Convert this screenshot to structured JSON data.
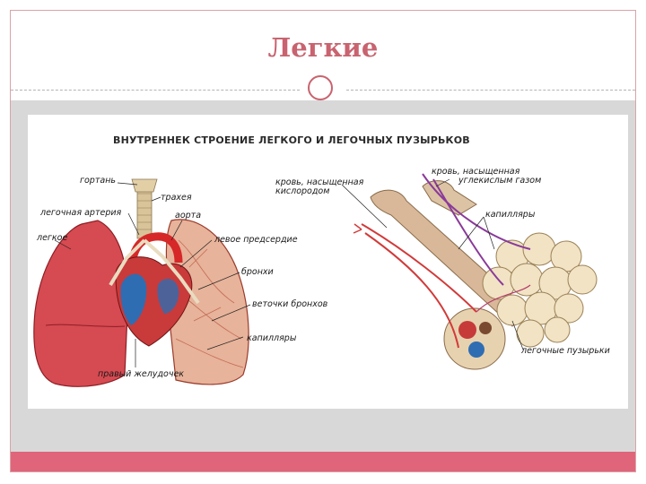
{
  "slide": {
    "title": "Легкие",
    "colors": {
      "accent": "#c8636f",
      "band_gray": "#d8d8d8",
      "band_pink": "#e0657a"
    }
  },
  "figure": {
    "heading": "ВНУТРЕННЕК СТРОЕНИЕ ЛЕГКОГО И ЛЕГОЧНЫХ ПУЗЫРЬКОВ",
    "left_labels": {
      "larynx": "гортань",
      "trachea": "трахея",
      "pulmonary_artery": "легочная артерия",
      "aorta": "аорта",
      "lung": "легкое",
      "left_atrium": "левое предсердие",
      "bronchi": "бронхи",
      "bronchi_branches": "веточки бронхов",
      "capillaries": "капилляры",
      "right_ventricle": "правый желудочек"
    },
    "right_labels": {
      "blood_oxygen_1": "кровь, насыщенная",
      "blood_oxygen_2": "кислородом",
      "blood_co2_1": "кровь, насыщенная",
      "blood_co2_2": "углекислым газом",
      "capillaries": "капилляры",
      "alveoli": "легочные пузырьки"
    }
  }
}
